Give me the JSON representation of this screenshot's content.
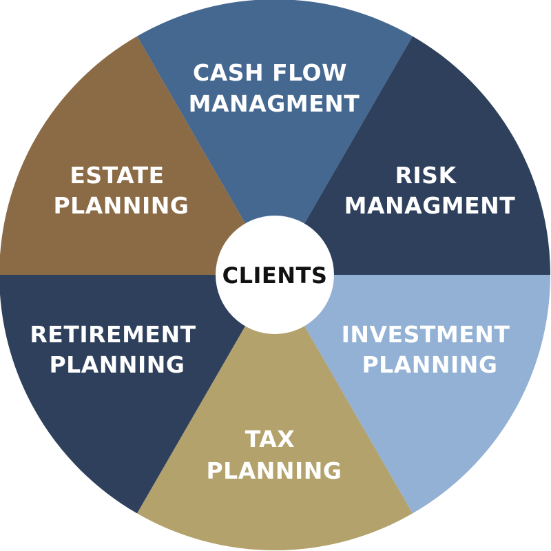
{
  "center": {
    "label": "CLIENTS"
  },
  "segments": [
    {
      "id": "cash-flow",
      "line1": "CASH FLOW",
      "line2": "MANAGMENT",
      "color": "#456891"
    },
    {
      "id": "risk",
      "line1": "RISK",
      "line2": "MANAGMENT",
      "color": "#2e405c"
    },
    {
      "id": "investment",
      "line1": "INVESTMENT",
      "line2": "PLANNING",
      "color": "#92b1d4"
    },
    {
      "id": "tax",
      "line1": "TAX",
      "line2": "PLANNING",
      "color": "#b3a26c"
    },
    {
      "id": "retirement",
      "line1": "RETIREMENT",
      "line2": "PLANNING",
      "color": "#2e405c"
    },
    {
      "id": "estate",
      "line1": "ESTATE",
      "line2": "PLANNING",
      "color": "#8b6b45"
    }
  ]
}
